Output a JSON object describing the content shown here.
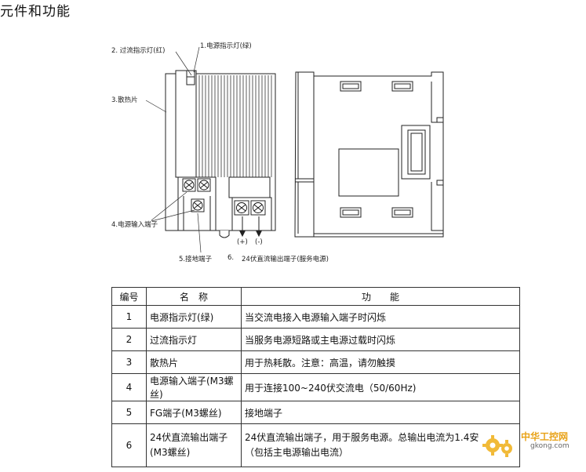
{
  "page_title": "元件和功能",
  "diagram_labels": {
    "power_led": "1.电源指示灯(绿)",
    "overcurrent_led": "2. 过流指示灯(红)",
    "heatsink": "3.散热片",
    "power_input": "4.电源输入端子",
    "ground": "5.接地端子",
    "dc_output_num": "6.",
    "dc_output": "24伏直流输出端子(服务电源)",
    "plus": "(+)",
    "minus": "(-)"
  },
  "table": {
    "headers": [
      "编号",
      "名　称",
      "功　　能"
    ],
    "rows": [
      {
        "num": "1",
        "name": "电源指示灯(绿)",
        "func": "当交流电接入电源输入端子时闪烁"
      },
      {
        "num": "2",
        "name": "过流指示灯",
        "func": "当服务电源短路或主电源过载时闪烁"
      },
      {
        "num": "3",
        "name": "散热片",
        "func": "用于热耗散。注意：高温，请勿触摸"
      },
      {
        "num": "4",
        "name": "电源输入端子(M3螺丝)",
        "func": "用于连接100~240伏交流电（50/60Hz)"
      },
      {
        "num": "5",
        "name": "FG端子(M3螺丝)",
        "func": "接地端子"
      },
      {
        "num": "6",
        "name_line1": "24伏直流输出端子",
        "name_line2": "(M3螺丝)",
        "func_line1": "24伏直流输出端子，用于服务电源。总输出电流为1.4安",
        "func_line2": "（包括主电源输出电流）"
      }
    ]
  },
  "watermark": {
    "text1": "中华工控网",
    "text2": "gkong.com"
  }
}
